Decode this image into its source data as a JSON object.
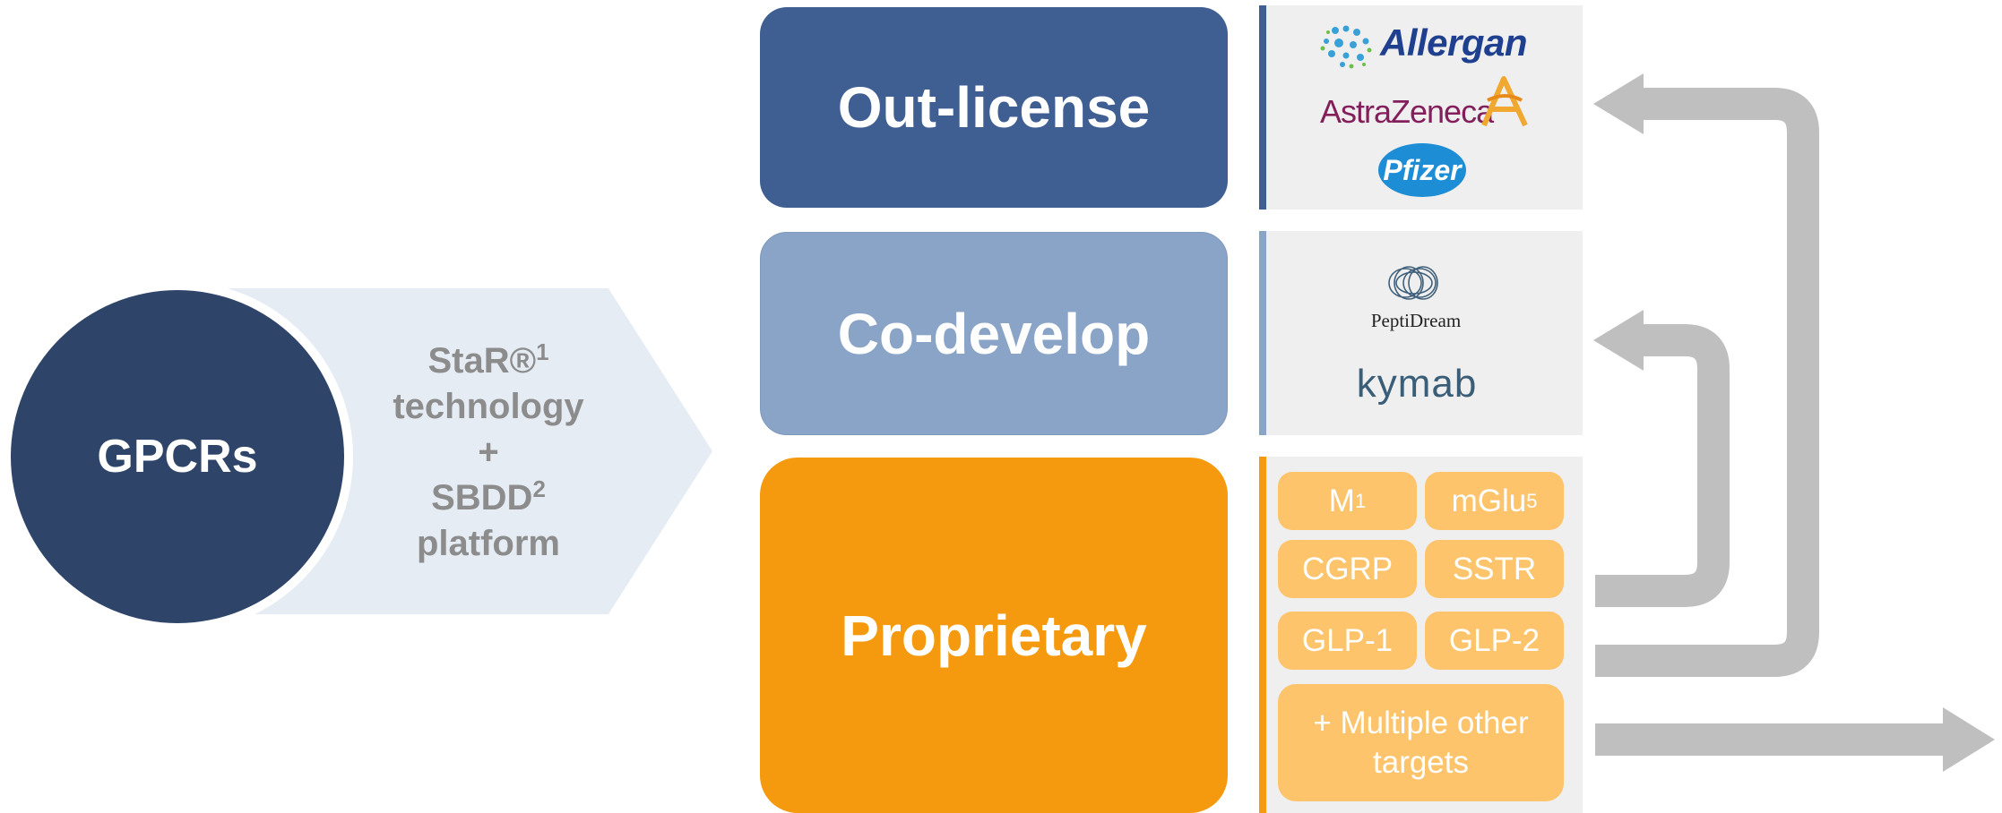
{
  "left": {
    "circle_label": "GPCRs",
    "platform": {
      "line1": "StaR®",
      "line1_sup": "1",
      "line2": "technology",
      "line3": "+",
      "line4": "SBDD",
      "line4_sup": "2",
      "line5": "platform"
    }
  },
  "strategies": {
    "out_license": "Out-license",
    "co_develop": "Co-develop",
    "proprietary": "Proprietary"
  },
  "partners": {
    "out_license": [
      "Allergan",
      "AstraZeneca",
      "Pfizer"
    ],
    "co_develop": [
      "PeptiDream",
      "kymab"
    ]
  },
  "targets": [
    {
      "label": "M",
      "sub": "1"
    },
    {
      "label": "mGlu",
      "sub": "5"
    },
    {
      "label": "CGRP",
      "sub": ""
    },
    {
      "label": "SSTR",
      "sub": ""
    },
    {
      "label": "GLP-1",
      "sub": ""
    },
    {
      "label": "GLP-2",
      "sub": ""
    }
  ],
  "other_targets": {
    "line1": "+ Multiple other",
    "line2": "targets"
  },
  "colors": {
    "navy": "#2e4469",
    "out_license": "#3f5f93",
    "co_develop": "#8aa4c8",
    "proprietary": "#f59a0e",
    "target_pill": "#fec46b",
    "panel_bg": "#efefef",
    "arrow_gray": "#bfbfbf",
    "chevron_bg": "#e6ecf4"
  }
}
